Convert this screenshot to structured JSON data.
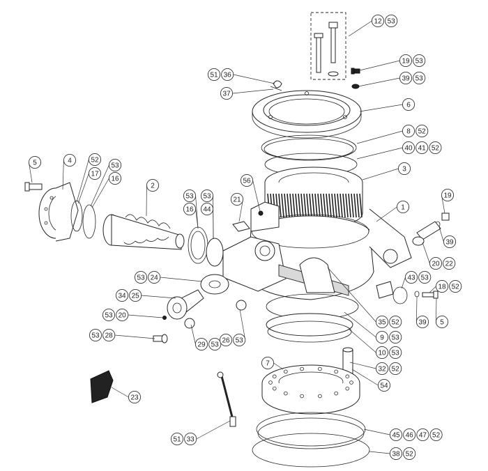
{
  "callouts": [
    {
      "id": "c-12",
      "labels": [
        "12",
        "53"
      ]
    },
    {
      "id": "c-19a",
      "labels": [
        "19",
        "53"
      ]
    },
    {
      "id": "c-39a",
      "labels": [
        "39",
        "53"
      ]
    },
    {
      "id": "c-5136",
      "labels": [
        "51",
        "36"
      ]
    },
    {
      "id": "c-37",
      "labels": [
        "37"
      ]
    },
    {
      "id": "c-6",
      "labels": [
        "6"
      ]
    },
    {
      "id": "c-852",
      "labels": [
        "8",
        "52"
      ]
    },
    {
      "id": "c-404152",
      "labels": [
        "40",
        "41",
        "52"
      ]
    },
    {
      "id": "c-3",
      "labels": [
        "3"
      ]
    },
    {
      "id": "c-5a",
      "labels": [
        "5"
      ]
    },
    {
      "id": "c-4",
      "labels": [
        "4"
      ]
    },
    {
      "id": "c-52a",
      "labels": [
        "52"
      ]
    },
    {
      "id": "c-17",
      "labels": [
        "17"
      ]
    },
    {
      "id": "c-53a",
      "labels": [
        "53"
      ]
    },
    {
      "id": "c-16a",
      "labels": [
        "16"
      ]
    },
    {
      "id": "c-2",
      "labels": [
        "2"
      ]
    },
    {
      "id": "c-53b",
      "labels": [
        "53"
      ]
    },
    {
      "id": "c-53c",
      "labels": [
        "53"
      ]
    },
    {
      "id": "c-16b",
      "labels": [
        "16"
      ]
    },
    {
      "id": "c-44",
      "labels": [
        "44"
      ]
    },
    {
      "id": "c-56",
      "labels": [
        "56"
      ]
    },
    {
      "id": "c-21",
      "labels": [
        "21"
      ]
    },
    {
      "id": "c-1",
      "labels": [
        "1"
      ]
    },
    {
      "id": "c-19b",
      "labels": [
        "19"
      ]
    },
    {
      "id": "c-39b",
      "labels": [
        "39"
      ]
    },
    {
      "id": "c-2022",
      "labels": [
        "20",
        "22"
      ]
    },
    {
      "id": "c-4353",
      "labels": [
        "43",
        "53"
      ]
    },
    {
      "id": "c-1852",
      "labels": [
        "18",
        "52"
      ]
    },
    {
      "id": "c-39c",
      "labels": [
        "39"
      ]
    },
    {
      "id": "c-5b",
      "labels": [
        "5"
      ]
    },
    {
      "id": "c-5324",
      "labels": [
        "53",
        "24"
      ]
    },
    {
      "id": "c-3425",
      "labels": [
        "34",
        "25"
      ]
    },
    {
      "id": "c-5320",
      "labels": [
        "53",
        "20"
      ]
    },
    {
      "id": "c-5328",
      "labels": [
        "53",
        "28"
      ]
    },
    {
      "id": "c-2953",
      "labels": [
        "29",
        "53"
      ]
    },
    {
      "id": "c-2653",
      "labels": [
        "26",
        "53"
      ]
    },
    {
      "id": "c-3552",
      "labels": [
        "35",
        "52"
      ]
    },
    {
      "id": "c-953",
      "labels": [
        "9",
        "53"
      ]
    },
    {
      "id": "c-1053",
      "labels": [
        "10",
        "53"
      ]
    },
    {
      "id": "c-3252",
      "labels": [
        "32",
        "52"
      ]
    },
    {
      "id": "c-54",
      "labels": [
        "54"
      ]
    },
    {
      "id": "c-7",
      "labels": [
        "7"
      ]
    },
    {
      "id": "c-23",
      "labels": [
        "23"
      ]
    },
    {
      "id": "c-5133",
      "labels": [
        "51",
        "33"
      ]
    },
    {
      "id": "c-45464752",
      "labels": [
        "45",
        "46",
        "47",
        "52"
      ]
    },
    {
      "id": "c-3852",
      "labels": [
        "38",
        "52"
      ]
    }
  ]
}
